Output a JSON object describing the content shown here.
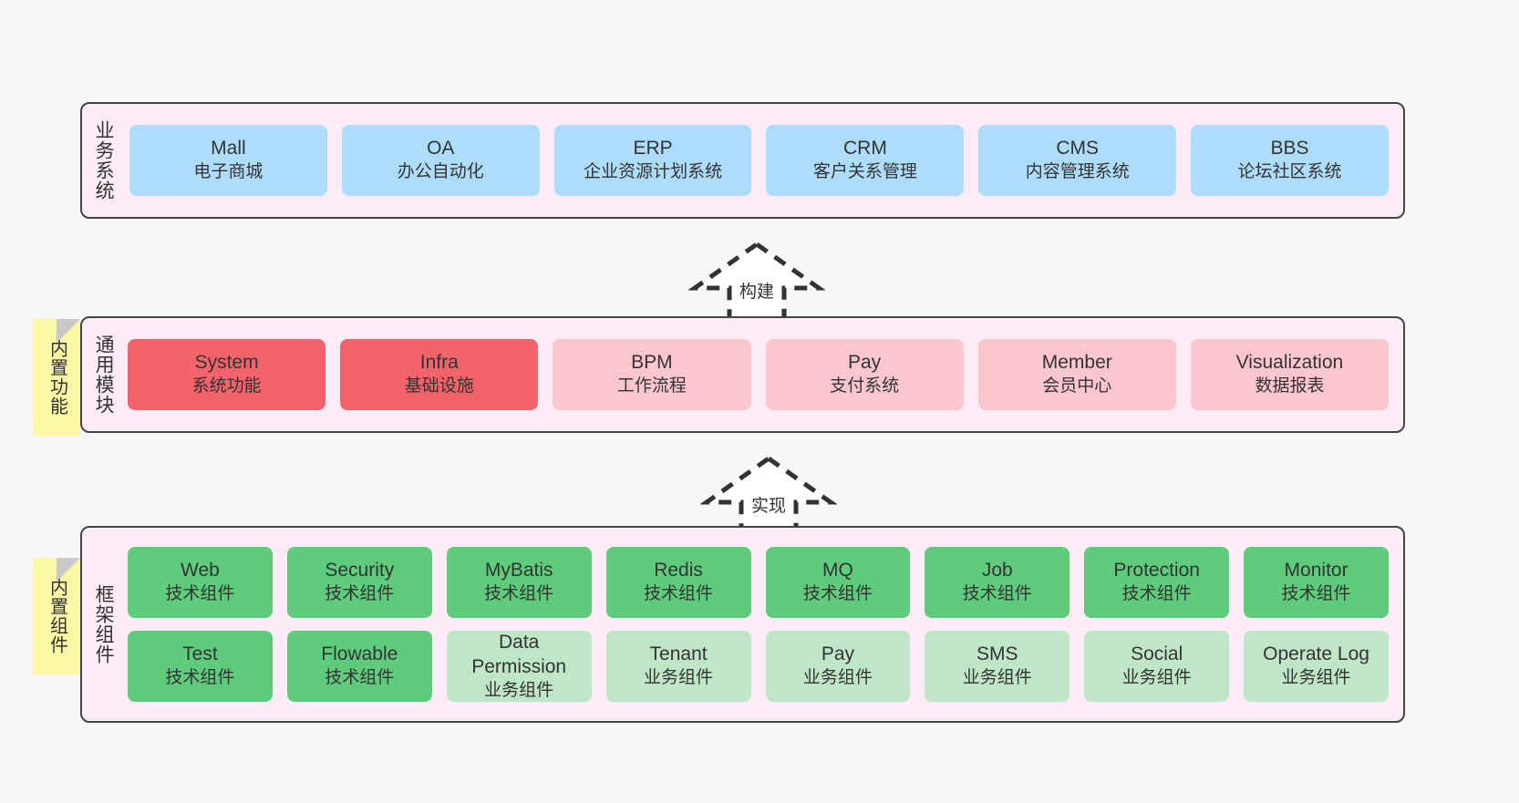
{
  "diagram": {
    "title_hidden": "",
    "colors": {
      "canvas_bg": "#f7f7f7",
      "layer_bg": "#fbecf5",
      "layer_border": "#444444",
      "business_card": "#aeddfb",
      "module_core_card": "#f2636b",
      "module_card": "#fcc6ce",
      "tech_card": "#5fcb7c",
      "biz_component_card": "#bfe7c7",
      "note_bg": "#fbf7a5",
      "note_fold": "#c9c9c9",
      "text": "#333333"
    }
  },
  "layers": [
    {
      "id": "business",
      "title": "业务系统",
      "cards": [
        {
          "en": "Mall",
          "cn": "电子商城"
        },
        {
          "en": "OA",
          "cn": "办公自动化"
        },
        {
          "en": "ERP",
          "cn": "企业资源计划系统"
        },
        {
          "en": "CRM",
          "cn": "客户关系管理"
        },
        {
          "en": "CMS",
          "cn": "内容管理系统"
        },
        {
          "en": "BBS",
          "cn": "论坛社区系统"
        }
      ]
    },
    {
      "id": "modules",
      "title": "通用模块",
      "note": "内置功能",
      "cards": [
        {
          "en": "System",
          "cn": "系统功能",
          "style": "core"
        },
        {
          "en": "Infra",
          "cn": "基础设施",
          "style": "core"
        },
        {
          "en": "BPM",
          "cn": "工作流程",
          "style": "normal"
        },
        {
          "en": "Pay",
          "cn": "支付系统",
          "style": "normal"
        },
        {
          "en": "Member",
          "cn": "会员中心",
          "style": "normal"
        },
        {
          "en": "Visualization",
          "cn": "数据报表",
          "style": "normal"
        }
      ]
    },
    {
      "id": "framework",
      "title": "框架组件",
      "note": "内置组件",
      "rows": [
        [
          {
            "en": "Web",
            "cn": "技术组件"
          },
          {
            "en": "Security",
            "cn": "技术组件"
          },
          {
            "en": "MyBatis",
            "cn": "技术组件"
          },
          {
            "en": "Redis",
            "cn": "技术组件"
          },
          {
            "en": "MQ",
            "cn": "技术组件"
          },
          {
            "en": "Job",
            "cn": "技术组件"
          },
          {
            "en": "Protection",
            "cn": "技术组件"
          },
          {
            "en": "Monitor",
            "cn": "技术组件"
          }
        ],
        [
          {
            "en": "Test",
            "cn": "技术组件",
            "style": "tech"
          },
          {
            "en": "Flowable",
            "cn": "技术组件",
            "style": "tech"
          },
          {
            "en": "Data Permission",
            "cn": "业务组件",
            "style": "biz"
          },
          {
            "en": "Tenant",
            "cn": "业务组件",
            "style": "biz"
          },
          {
            "en": "Pay",
            "cn": "业务组件",
            "style": "biz"
          },
          {
            "en": "SMS",
            "cn": "业务组件",
            "style": "biz"
          },
          {
            "en": "Social",
            "cn": "业务组件",
            "style": "biz"
          },
          {
            "en": "Operate Log",
            "cn": "业务组件",
            "style": "biz"
          }
        ]
      ]
    }
  ],
  "arrows": [
    {
      "id": "build",
      "label": "构建",
      "direction": "up",
      "from": "modules",
      "to": "business"
    },
    {
      "id": "realize",
      "label": "实现",
      "direction": "up",
      "from": "framework",
      "to": "modules"
    }
  ]
}
